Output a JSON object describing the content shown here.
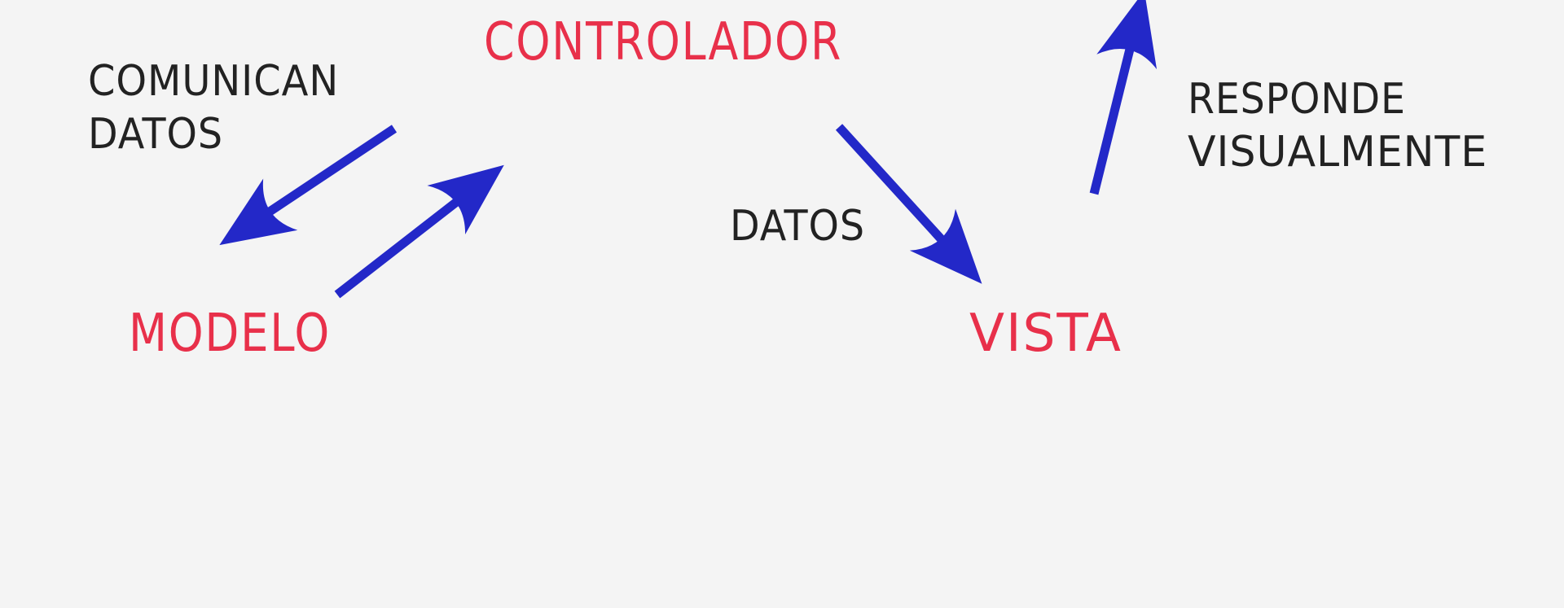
{
  "colors": {
    "background": "#f4f4f4",
    "node_text": "#e8304a",
    "edge_text": "#222222",
    "arrow": "#2328c8"
  },
  "nodes": {
    "controlador": "CONTROLADOR",
    "modelo": "MODELO",
    "vista": "VISTA"
  },
  "edges": {
    "controlador_to_modelo": {
      "label_lines": [
        "COMUNICAN",
        "DATOS"
      ]
    },
    "controlador_to_vista": {
      "label": "DATOS"
    },
    "vista_out": {
      "label_lines": [
        "RESPONDE",
        "VISUALMENTE"
      ]
    }
  }
}
